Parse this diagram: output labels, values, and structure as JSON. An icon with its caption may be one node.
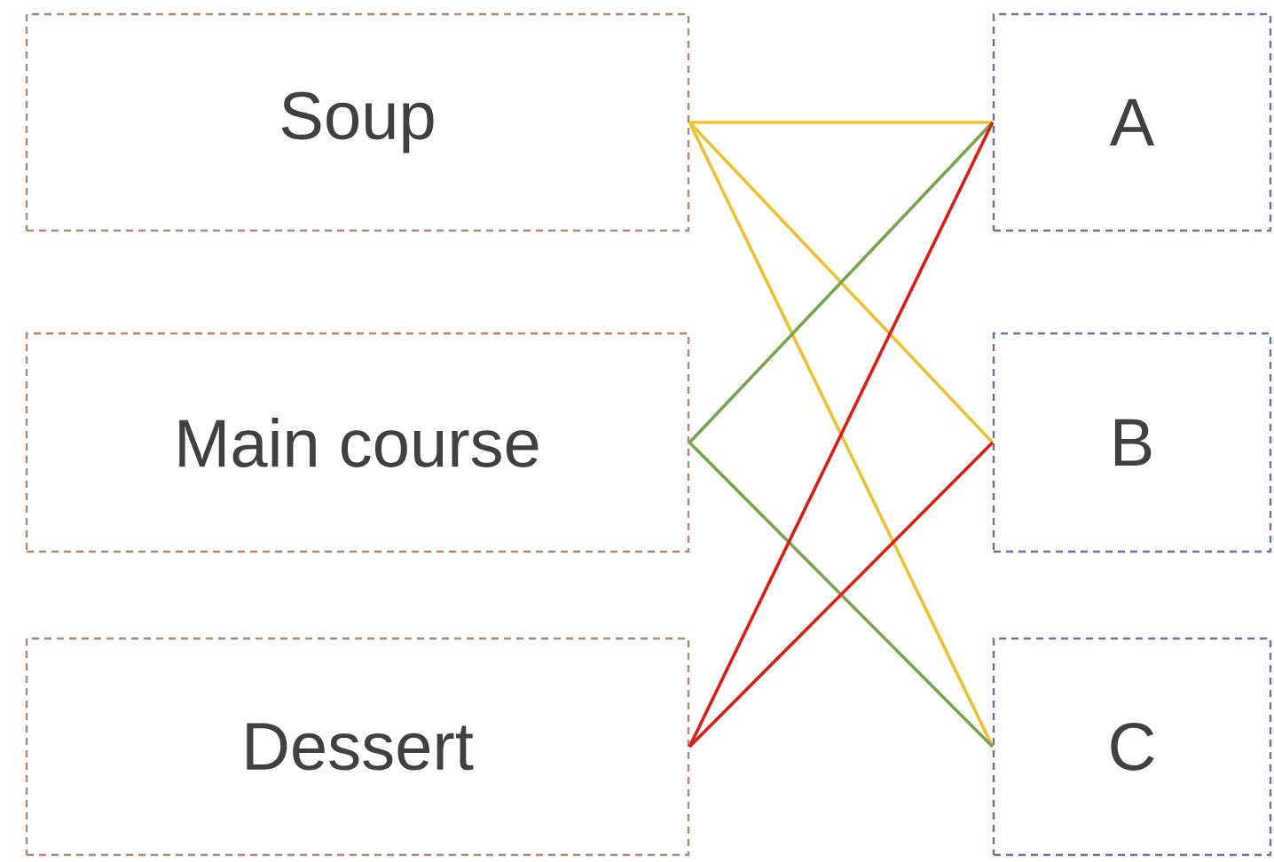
{
  "diagram": {
    "nodes": [
      {
        "text": [
          "Soup"
        ]
      },
      {
        "text": [
          "Main course"
        ]
      },
      {
        "text": [
          "Dessert"
        ]
      },
      {
        "text": [
          "A"
        ]
      },
      {
        "text": [
          "B"
        ]
      },
      {
        "text": [
          "C"
        ]
      }
    ],
    "edges": [
      {
        "from": 0,
        "to": 3,
        "arrow": "none",
        "color": "#f0c030"
      },
      {
        "from": 0,
        "to": 4,
        "arrow": "none",
        "color": "#f0c030"
      },
      {
        "from": 0,
        "to": 5,
        "arrow": "none",
        "color": "#f0c030"
      },
      {
        "from": 1,
        "to": 3,
        "arrow": "none",
        "color": "#78a450"
      },
      {
        "from": 1,
        "to": 5,
        "arrow": "none",
        "color": "#78a450"
      },
      {
        "from": 2,
        "to": 3,
        "arrow": "none",
        "color": "#e01a10"
      },
      {
        "from": 2,
        "to": 4,
        "arrow": "none",
        "color": "#e01a10"
      }
    ]
  }
}
